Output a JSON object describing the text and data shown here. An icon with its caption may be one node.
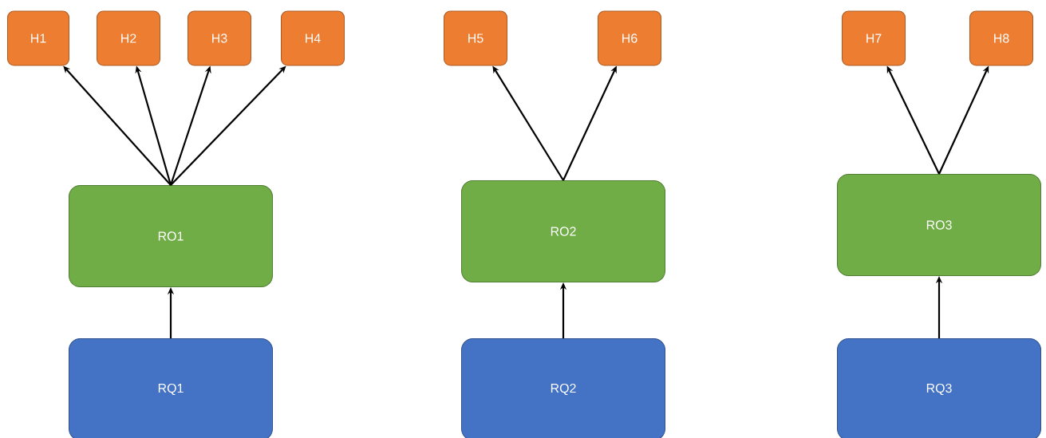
{
  "diagram": {
    "nodes": [
      {
        "text": [
          "H1"
        ]
      },
      {
        "text": [
          "H2"
        ]
      },
      {
        "text": [
          "H3"
        ]
      },
      {
        "text": [
          "H4"
        ]
      },
      {
        "text": [
          "H5"
        ]
      },
      {
        "text": [
          "H6"
        ]
      },
      {
        "text": [
          "H7"
        ]
      },
      {
        "text": [
          "H8"
        ]
      },
      {
        "text": [
          "RO1"
        ]
      },
      {
        "text": [
          "RO2"
        ]
      },
      {
        "text": [
          "RO3"
        ]
      },
      {
        "text": [
          "RQ1"
        ]
      },
      {
        "text": [
          "RQ2"
        ]
      },
      {
        "text": [
          "RQ3"
        ]
      }
    ],
    "edges": [
      {
        "from": 11,
        "to": 8,
        "arrow": "to"
      },
      {
        "from": 8,
        "to": 0,
        "arrow": "to"
      },
      {
        "from": 8,
        "to": 1,
        "arrow": "to"
      },
      {
        "from": 8,
        "to": 2,
        "arrow": "to"
      },
      {
        "from": 8,
        "to": 3,
        "arrow": "to"
      },
      {
        "from": 12,
        "to": 9,
        "arrow": "to"
      },
      {
        "from": 9,
        "to": 4,
        "arrow": "to"
      },
      {
        "from": 9,
        "to": 5,
        "arrow": "to"
      },
      {
        "from": 13,
        "to": 10,
        "arrow": "to"
      },
      {
        "from": 10,
        "to": 6,
        "arrow": "to"
      },
      {
        "from": 10,
        "to": 7,
        "arrow": "to"
      }
    ]
  }
}
